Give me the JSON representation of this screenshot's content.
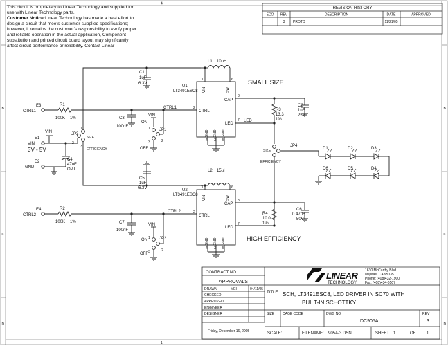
{
  "notice": {
    "line1": "This circuit is proprietary to Linear Technology and supplied for use with Linear Technology parts.",
    "heading": "Customer Notice:",
    "body": "Linear Technology has made a best effort to design a circuit that meets customer-supplied specifications; however, it remains the customer's responsibility to verify proper and reliable operation in the actual application, Component substitution and printed circuit board layout may significantly affect circuit performance or reliability. Contact Linear Applications Engineering for assistance."
  },
  "revision": {
    "title": "REVISION HISTORY",
    "headers": [
      "ECO",
      "REV",
      "DESCRIPTION",
      "DATE",
      "APPROVED"
    ],
    "row": {
      "eco": "",
      "rev": "3",
      "description": "PROTO",
      "date": "11/21/05",
      "approved": ""
    }
  },
  "schematic": {
    "small_size": "SMALL SIZE",
    "high_efficiency": "HIGH EFFICIENCY",
    "u1": {
      "ref": "U1",
      "part": "LT3491ESC8",
      "vin": "VIN",
      "sw": "SW",
      "cap": "CAP",
      "ctrl": "CTRL",
      "led": "LED",
      "gnd": "GND",
      "pins": {
        "p1": "1",
        "p6": "6",
        "p8": "8",
        "p7": "7",
        "p4": "4",
        "p3": "3",
        "p2": "2",
        "p5": "5"
      }
    },
    "u2": {
      "ref": "U2",
      "part": "LT3491ESC8",
      "vin": "VIN",
      "sw": "SW",
      "cap": "CAP",
      "ctrl": "CTRL",
      "led": "LED",
      "gnd": "GND",
      "pins": {
        "p1": "1",
        "p6": "6",
        "p8": "8",
        "p7": "7",
        "p4": "4",
        "p3": "3",
        "p2": "2",
        "p5": "5"
      }
    },
    "l1": {
      "ref": "L1",
      "value": "10uH"
    },
    "l2": {
      "ref": "L2",
      "value": "15uH"
    },
    "c1": {
      "ref": "C1",
      "value": "1uF",
      "voltage": "6.3V"
    },
    "c2": {
      "ref": "C2",
      "value": "1uF",
      "voltage": "25V"
    },
    "c3": {
      "ref": "C3",
      "value": "100nF"
    },
    "c4": {
      "ref": "C4",
      "value": "47uF",
      "note": "OPT"
    },
    "c5": {
      "ref": "C5",
      "value": "1uF",
      "voltage": "6.3V"
    },
    "c6": {
      "ref": "C6",
      "value": "0.47uF",
      "voltage": "50V"
    },
    "c7": {
      "ref": "C7",
      "value": "100nF"
    },
    "r1": {
      "ref": "R1",
      "value": "100K",
      "tol": "1%"
    },
    "r2": {
      "ref": "R2",
      "value": "100K",
      "tol": "1%"
    },
    "r3": {
      "ref": "R3",
      "value": "13.3",
      "tol": "1%"
    },
    "r4": {
      "ref": "R4",
      "value": "10.0",
      "tol": "1%"
    },
    "e1": {
      "ref": "E1",
      "label": "VIN"
    },
    "e2": {
      "ref": "E2",
      "label": "GND"
    },
    "e3": {
      "ref": "E3",
      "label": "CTRL1"
    },
    "e4": {
      "ref": "E4",
      "label": "CTRL2"
    },
    "vin_range": "3V - 5V",
    "vin_flag": "VIN",
    "jp1": {
      "ref": "JP1",
      "on": "ON",
      "off": "OFF"
    },
    "jp2": {
      "ref": "JP2",
      "on": "ON",
      "off": "OFF"
    },
    "jp3": {
      "ref": "JP3",
      "size": "SIZE",
      "eff": "EFFICIENCY"
    },
    "jp4": {
      "ref": "JP4",
      "size": "SIZE",
      "eff": "EFFICIENCY"
    },
    "net_ctrl1": "CTRL1",
    "net_ctrl2": "CTRL2",
    "net_led": "LED",
    "leds": [
      "D1",
      "D2",
      "D3",
      "D4",
      "D5",
      "D6"
    ],
    "pin_nums": {
      "n1": "1",
      "n2": "2",
      "n3": "3"
    }
  },
  "border": {
    "left": [
      "B",
      "C",
      "D"
    ],
    "right": [
      "B",
      "C",
      "D"
    ],
    "top": [
      "4"
    ],
    "bottom": [
      "1"
    ]
  },
  "title_block": {
    "contract_no": "CONTRACT NO.",
    "approvals": "APPROVALS",
    "drawn": "DRAWN",
    "drawn_by": "MEI",
    "drawn_date": "04/11/05",
    "checked": "CHECKED",
    "approved": "APPROVED",
    "engineer": "ENGINEER",
    "designer": "DESIGNER",
    "date_line": "Friday, December 16, 2005",
    "logo_main": "LINEAR",
    "logo_sub": "TECHNOLOGY",
    "address": [
      "1630 McCarthy Blvd.",
      "Milpitas, CA 95035",
      "Phone: (408)432-1900",
      "Fax: (408)434-0507"
    ],
    "title_label": "TITLE",
    "title_line1": "SCH, LT3491ESC8, LED DRIVER  IN SC70 WITH",
    "title_line2": "BUILT-IN SCHOTTKY",
    "size_label": "SIZE",
    "cage_label": "CAGE CODE",
    "dwg_label": "DWG NO",
    "rev_label": "REV",
    "dwg_no": "DC905A",
    "rev": "3",
    "scale_label": "SCALE:",
    "filename_label": "FILENAME:",
    "filename": "905A-3.DSN",
    "sheet_label": "SHEET",
    "sheet": "1",
    "of_label": "OF",
    "of": "1"
  }
}
